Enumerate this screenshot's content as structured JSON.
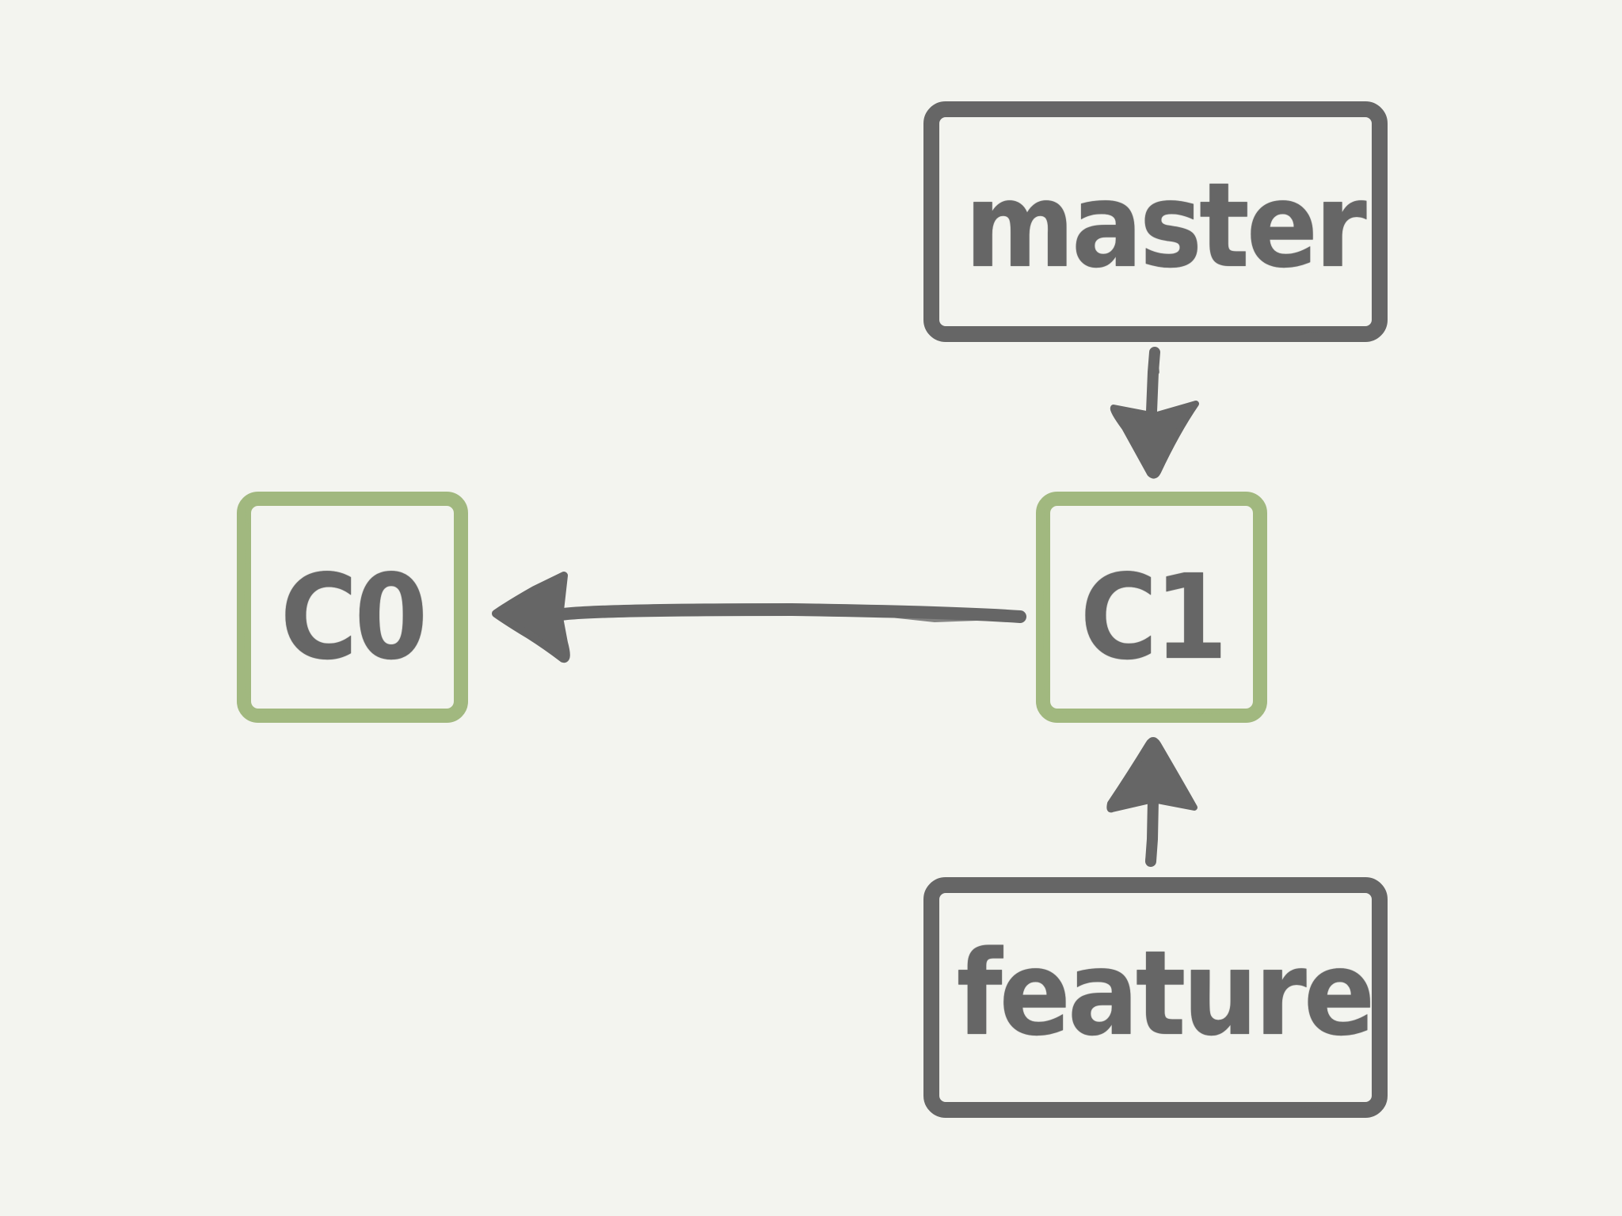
{
  "colors": {
    "background": "#f3f4ef",
    "ink": "#666666",
    "commit_border": "#a1b87f"
  },
  "nodes": {
    "master": {
      "kind": "branch",
      "label": "master"
    },
    "feature": {
      "kind": "branch",
      "label": "feature"
    },
    "c0": {
      "kind": "commit",
      "label": "C0"
    },
    "c1": {
      "kind": "commit",
      "label": "C1"
    }
  },
  "edges": [
    {
      "from": "master",
      "to": "c1"
    },
    {
      "from": "feature",
      "to": "c1"
    },
    {
      "from": "c1",
      "to": "c0"
    }
  ]
}
